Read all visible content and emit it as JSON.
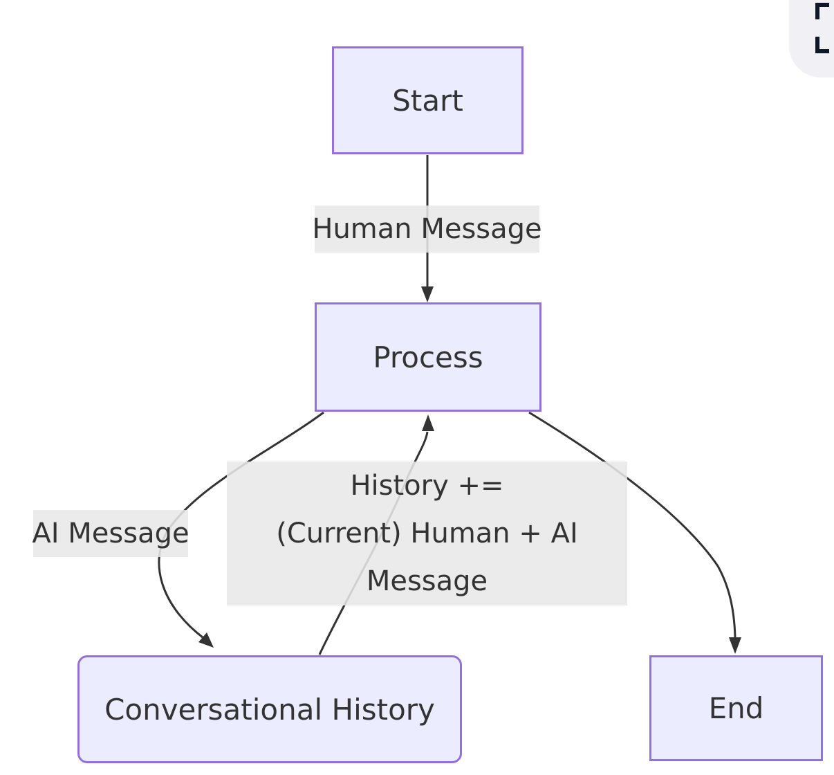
{
  "diagram": {
    "type": "flowchart",
    "direction": "top-down",
    "nodes": [
      {
        "id": "start",
        "label": "Start",
        "shape": "rect"
      },
      {
        "id": "process",
        "label": "Process",
        "shape": "rect"
      },
      {
        "id": "conversational_history",
        "label": "Conversational History",
        "shape": "rounded-rect"
      },
      {
        "id": "end",
        "label": "End",
        "shape": "rect"
      }
    ],
    "edges": [
      {
        "from": "start",
        "to": "process",
        "label": "Human Message"
      },
      {
        "from": "process",
        "to": "conversational_history",
        "label": "AI Message"
      },
      {
        "from": "conversational_history",
        "to": "process",
        "label": "History += (Current) Human + AI Message",
        "label_lines": [
          "History +=",
          "(Current) Human + AI",
          "Message"
        ]
      },
      {
        "from": "process",
        "to": "end",
        "label": ""
      }
    ],
    "colors": {
      "node_fill": "#ECECFF",
      "node_border": "#9370DB",
      "edge_stroke": "#333333",
      "edge_label_background": "#e8e8e8",
      "text": "#333333"
    }
  },
  "overlay": {
    "corner_panel_background": "#f1f1f5",
    "icon": "fullscreen-bracket-icon",
    "icon_color": "#101828"
  }
}
